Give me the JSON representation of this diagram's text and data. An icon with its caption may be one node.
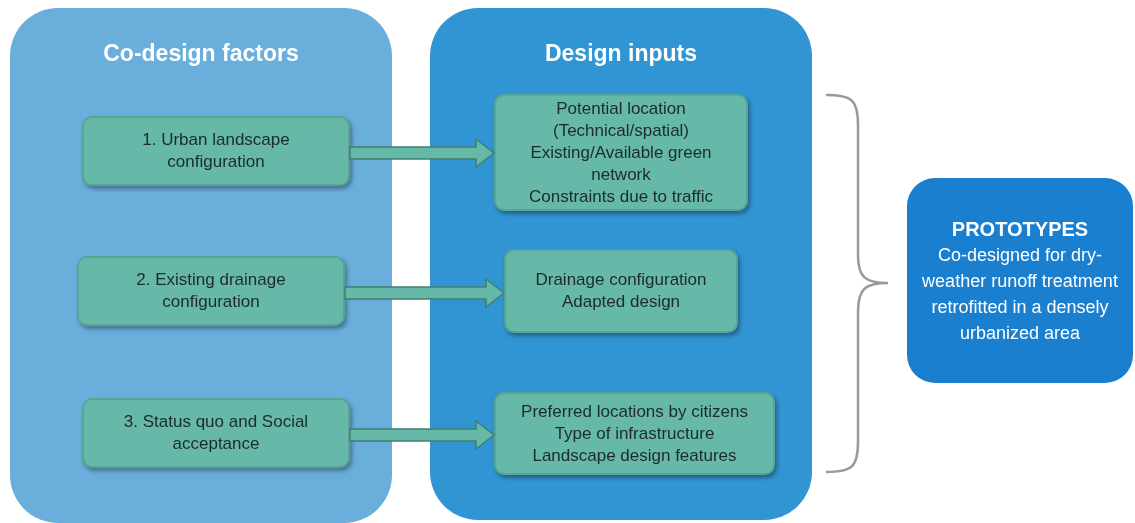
{
  "diagram": {
    "nodes": [
      {
        "text": [
          "Co-design factors"
        ]
      },
      {
        "text": [
          "1. Urban landscape configuration"
        ],
        "in": 0
      },
      {
        "text": [
          "2. Existing drainage configuration"
        ],
        "in": 0
      },
      {
        "text": [
          "3. Status quo and Social acceptance"
        ],
        "in": 0
      },
      {
        "text": [
          "Design inputs"
        ]
      },
      {
        "text": [
          "Potential location (Technical/spatial)",
          "Existing/Available green network",
          "Constraints due to traffic"
        ],
        "in": 4
      },
      {
        "text": [
          "Drainage configuration",
          "Adapted design"
        ],
        "in": 4
      },
      {
        "text": [
          "Preferred locations by citizens",
          "Type of infrastructure",
          "Landscape design features"
        ],
        "in": 4
      },
      {
        "text": [
          "PROTOTYPES",
          "Co-designed for dry-weather runoff treatment retrofitted in a densely urbanized area"
        ]
      }
    ],
    "edges": [
      {
        "from": 1,
        "to": 5,
        "arrow": "to",
        "style": "thick"
      },
      {
        "from": 2,
        "to": 6,
        "arrow": "to",
        "style": "thick"
      },
      {
        "from": 3,
        "to": 7,
        "arrow": "to",
        "style": "thick"
      }
    ]
  }
}
